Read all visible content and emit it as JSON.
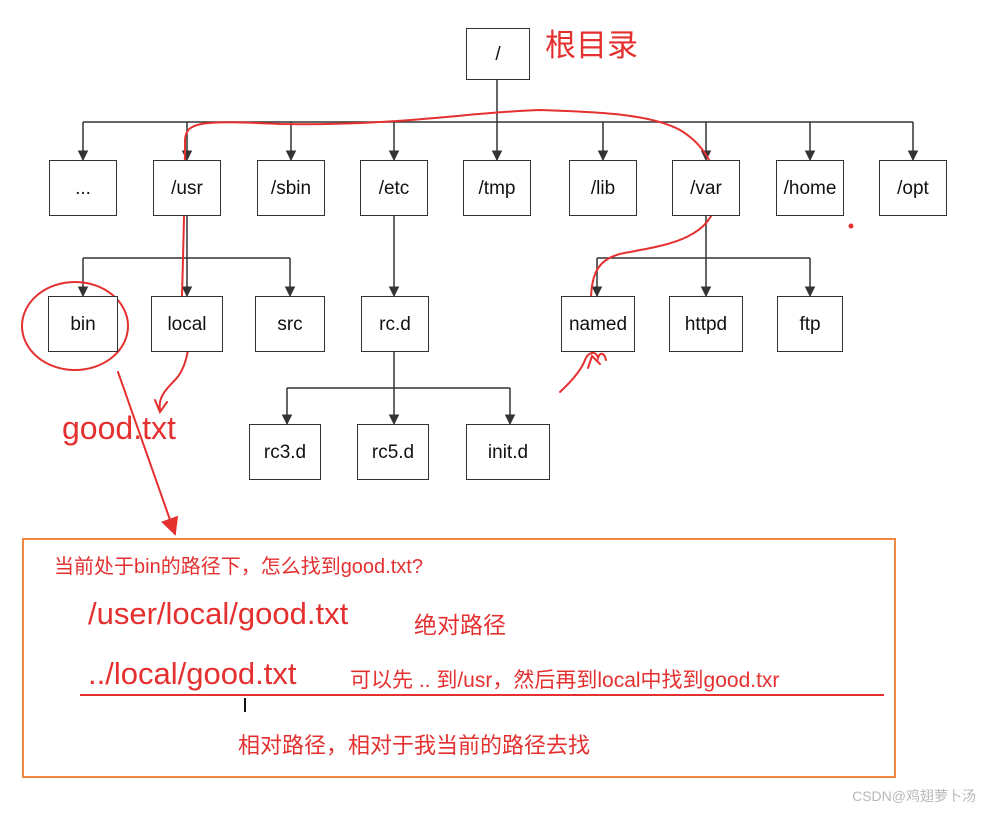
{
  "nodes": {
    "root": "/",
    "bin": "...",
    "usr": "/usr",
    "sbin": "/sbin",
    "etc": "/etc",
    "tmp": "/tmp",
    "lib": "/lib",
    "var": "/var",
    "home": "/home",
    "opt": "/opt",
    "usr_bin": "bin",
    "usr_local": "local",
    "usr_src": "src",
    "etc_rcd": "rc.d",
    "var_named": "named",
    "var_httpd": "httpd",
    "var_ftp": "ftp",
    "rc3": "rc3.d",
    "rc5": "rc5.d",
    "init": "init.d"
  },
  "annotations": {
    "root_label": "根目录",
    "good_txt": "good.txt"
  },
  "note": {
    "question": "当前处于bin的路径下，怎么找到good.txt?",
    "absolute_path": "/user/local/good.txt",
    "absolute_label": "绝对路径",
    "relative_path": "../local/good.txt",
    "relative_explain": "可以先 .. 到/usr，然后再到local中找到good.txr",
    "relative_label": "相对路径，相对于我当前的路径去找"
  },
  "watermark": "CSDN@鸡翅萝卜汤",
  "colors": {
    "annotation_red": "#e53030",
    "box_border": "#333333",
    "note_border": "#f0883e"
  }
}
